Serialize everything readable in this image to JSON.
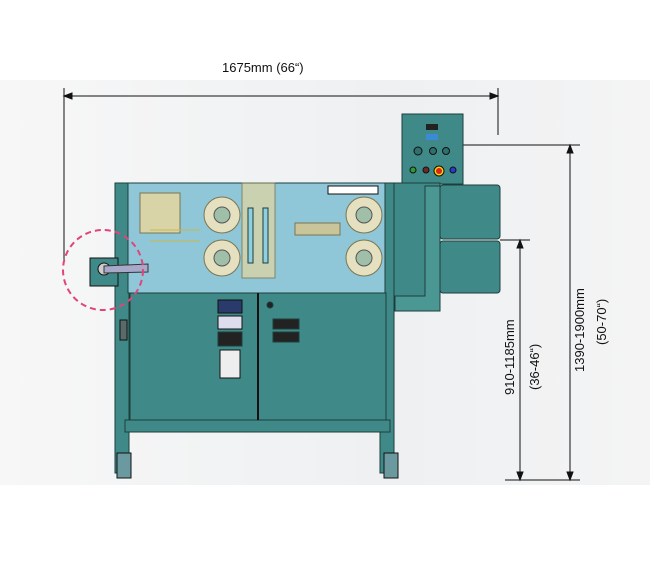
{
  "dimensions": {
    "width": "1675mm (66“)",
    "table_height_mm": "910-1185mm",
    "table_height_in": "(36-46“)",
    "overall_height_mm": "1390-1900mm",
    "overall_height_in": "(50-70“)"
  },
  "colors": {
    "machine": "#3f8a88",
    "window": "#8fc6d8",
    "highlight_circle": "#e0457a",
    "dimension_line": "#111111"
  }
}
